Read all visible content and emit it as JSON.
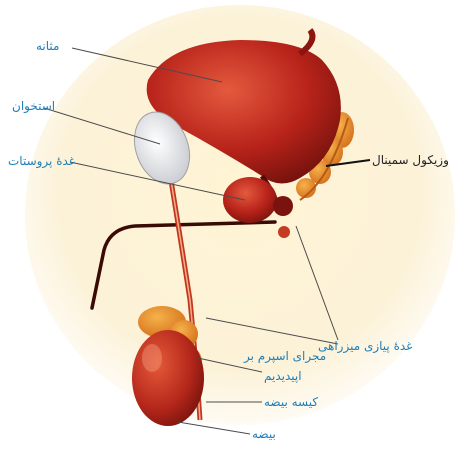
{
  "labels": {
    "bladder": "مثانه",
    "bone": "استخوان",
    "prostate": "غدهٔ پروستات",
    "seminal_vesicle": "وزیکول سمینال",
    "bulbourethral": "غدهٔ پیازی میزراهی",
    "vas_deferens": "مجرای اسپرم بر",
    "epididymis": "اپیدیدیم",
    "scrotum": "کیسه بیضه",
    "testis": "بیضه"
  },
  "colors": {
    "label_blue": "#1f7fb8",
    "label_dark": "#222222",
    "organ_red": "#b8231a",
    "organ_dark": "#7a120d",
    "background_cream": "#fbf3d6"
  }
}
